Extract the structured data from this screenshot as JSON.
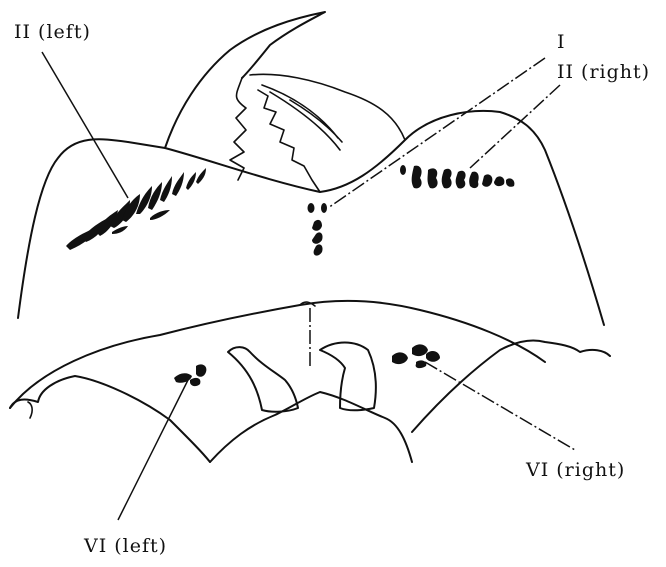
{
  "figure": {
    "labels": {
      "ii_left": "II (left)",
      "i": "I",
      "ii_right": "II (right)",
      "vi_right": "VI (right)",
      "vi_left": "VI (left)"
    }
  }
}
